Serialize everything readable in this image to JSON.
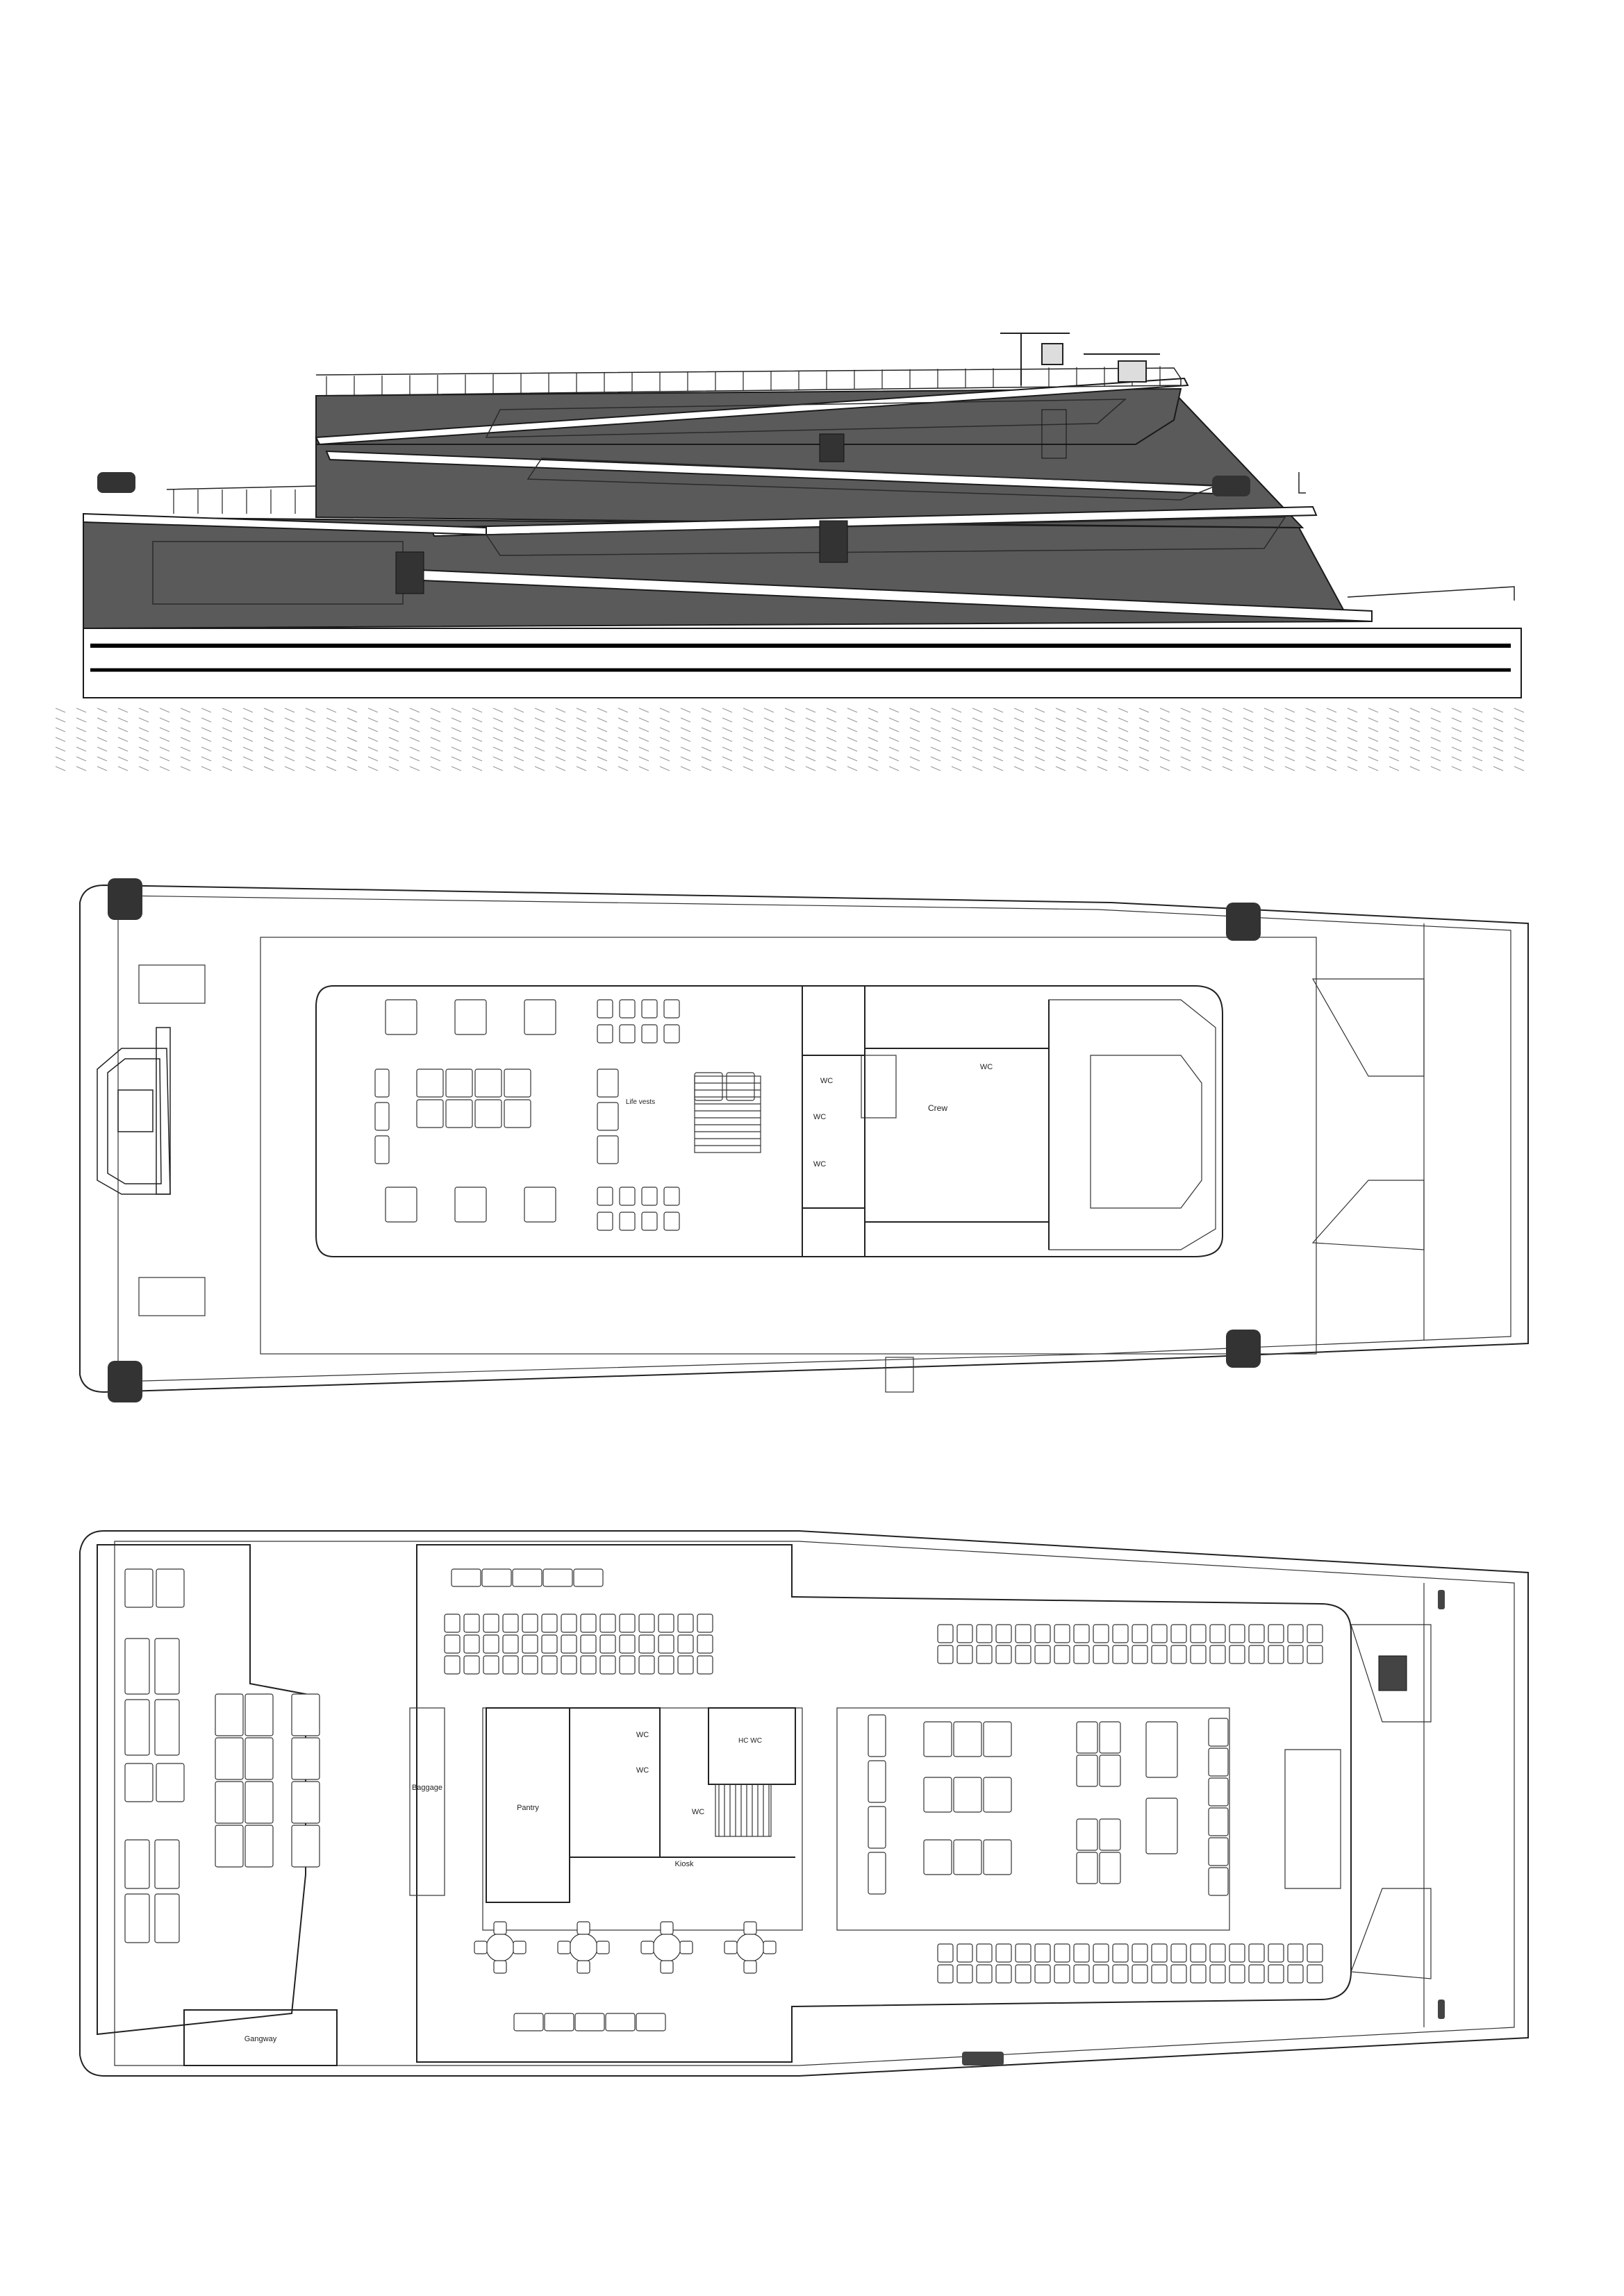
{
  "rooms": {
    "wc_upper": "WC",
    "wc_upper_b": "WC",
    "wc_upper_c": "WC",
    "wc_upper_d": "WC",
    "crew": "Crew",
    "life_vests": "Life vests",
    "baggage": "Baggage",
    "pantry": "Pantry",
    "kiosk": "Kiosk",
    "wc_lower_a": "WC",
    "wc_lower_b": "WC",
    "wc_lower_c": "WC",
    "hc_wc": "HC WC",
    "gangway": "Gangway"
  },
  "colors": {
    "superstructure": "#5a5a5a",
    "line": "#222222",
    "hull_band": "#ffffff",
    "water_hatch": "#9a9a9a"
  }
}
